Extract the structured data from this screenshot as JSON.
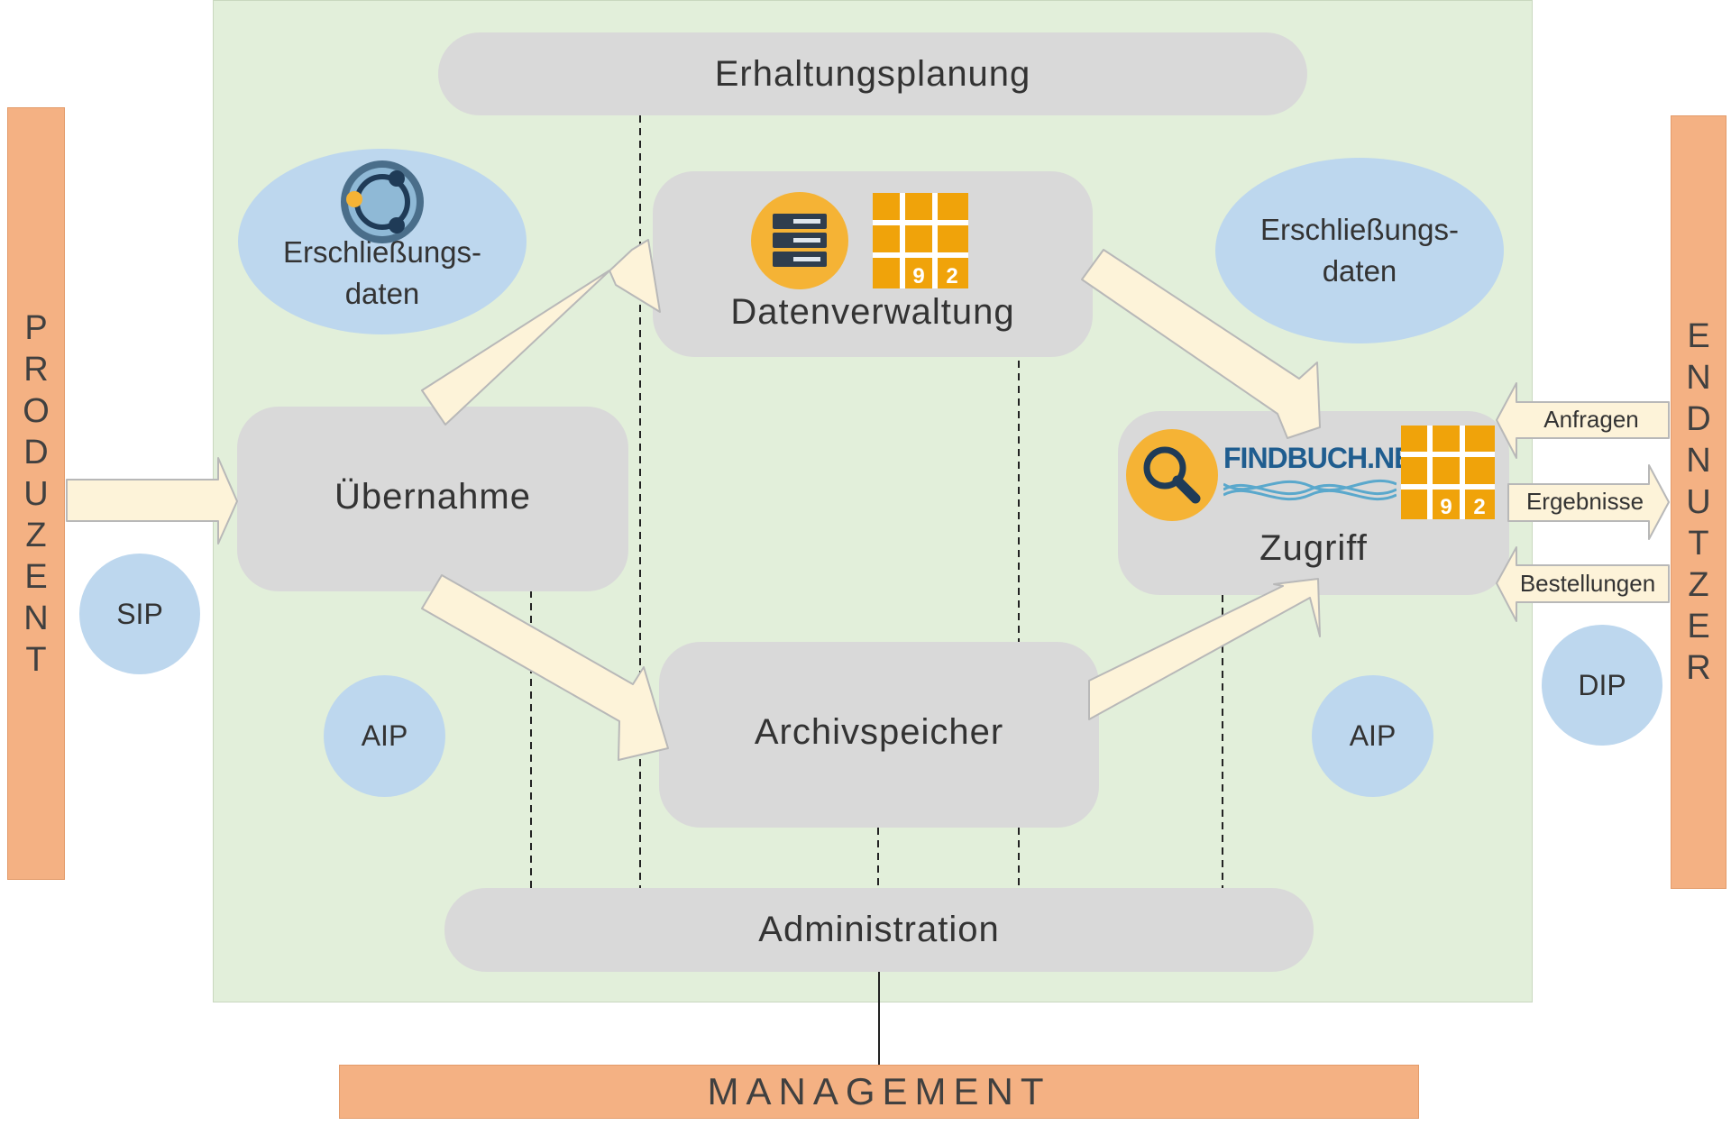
{
  "planning": {
    "label": "Erhaltungsplanung"
  },
  "administration": {
    "label": "Administration"
  },
  "management": {
    "label": "MANAGEMENT"
  },
  "producer": {
    "letters": [
      "P",
      "R",
      "O",
      "D",
      "U",
      "Z",
      "E",
      "N",
      "T"
    ]
  },
  "consumer": {
    "letters": [
      "E",
      "N",
      "D",
      "N",
      "U",
      "T",
      "Z",
      "E",
      "R"
    ]
  },
  "ingest": {
    "label": "Übernahme"
  },
  "data_management": {
    "label": "Datenverwaltung",
    "icons": [
      "server-icon",
      "grid-92-logo-icon"
    ]
  },
  "archival_storage": {
    "label": "Archivspeicher"
  },
  "access": {
    "label": "Zugriff",
    "logo_text": "FINDBUCH.NET",
    "icons": [
      "magnifier-icon",
      "findbuch-logo",
      "grid-92-logo-icon"
    ]
  },
  "descriptive_left": {
    "line1": "Erschließungs-",
    "line2": "daten",
    "icon": "orbit-logo-icon"
  },
  "descriptive_right": {
    "line1": "Erschließungs-",
    "line2": "daten"
  },
  "packages": {
    "sip": "SIP",
    "aip_left": "AIP",
    "aip_right": "AIP",
    "dip": "DIP"
  },
  "consumer_arrows": {
    "queries": "Anfragen",
    "results": "Ergebnisse",
    "orders": "Bestellungen"
  },
  "grid_logo": {
    "digit1": "9",
    "digit2": "2"
  },
  "colors": {
    "archive_bg": "#e2efda",
    "function_box": "#d9d9d9",
    "package_blue": "#bdd7ee",
    "entity_orange": "#f4b183",
    "arrow_fill": "#fdf3d9",
    "icon_orange": "#f5b335",
    "grid_orange": "#f0a30a"
  }
}
